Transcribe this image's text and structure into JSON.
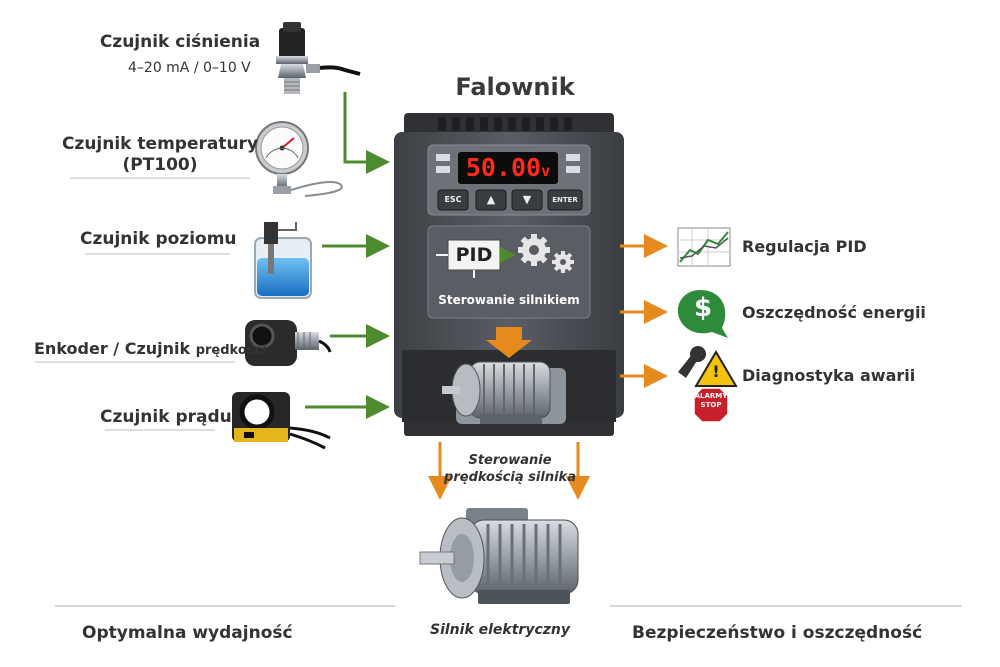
{
  "title": "Falownik",
  "display": {
    "value": "50.00",
    "unit": "v"
  },
  "keys": {
    "esc": "ESC",
    "enter": "ENTER",
    "up": "▲",
    "down": "▼"
  },
  "pid_block": {
    "label": "PID",
    "caption": "Sterowanie silnikiem"
  },
  "sensors": [
    {
      "label": "Czujnik ciśnienia",
      "sub": "4–20 mA / 0–10 V"
    },
    {
      "label_line1": "Czujnik temperatury",
      "label_line2": "(PT100)"
    },
    {
      "label": "Czujnik poziomu"
    },
    {
      "label_main": "Enkoder / Czujnik ",
      "label_small": "prędkości"
    },
    {
      "label": "Czujnik prądu"
    }
  ],
  "outputs": [
    {
      "label": "Regulacja PID",
      "icon": "pid-chart-icon"
    },
    {
      "label": "Oszczędność energii",
      "icon": "dollar-leaf-icon"
    },
    {
      "label": "Diagnostyka awarii",
      "icon": "wrench-warning-icon",
      "sign_line1": "ALARMY",
      "sign_line2": "STOP"
    }
  ],
  "speed_control": {
    "line1": "Sterowanie",
    "line2": "prędkością silnika"
  },
  "motor_caption": "Silnik elektryczny",
  "footer": {
    "left": "Optymalna wydajność",
    "right": "Bezpieczeństwo i oszczędność"
  },
  "colors": {
    "input_arrow": "#4e8a2e",
    "output_arrow": "#e68a1e",
    "lcd_text": "#ff2a1a",
    "inverter_body": "#4a4d52",
    "alarm_sign": "#c8202a",
    "dollar_badge": "#2e8b3a"
  }
}
